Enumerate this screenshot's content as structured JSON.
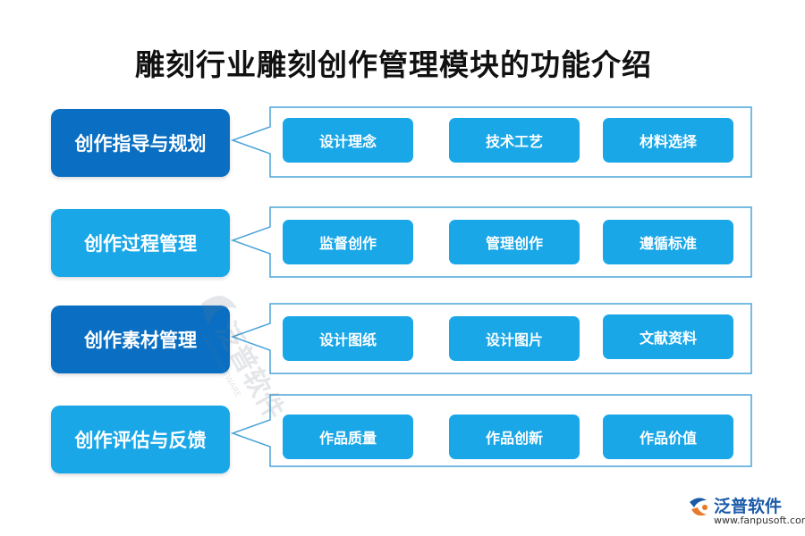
{
  "title": "雕刻行业雕刻创作管理模块的功能介绍",
  "rows": [
    {
      "category": "创作指导与规划",
      "items": [
        "设计理念",
        "技术工艺",
        "材料选择"
      ]
    },
    {
      "category": "创作过程管理",
      "items": [
        "监督创作",
        "管理创作",
        "遵循标准"
      ]
    },
    {
      "category": "创作素材管理",
      "items": [
        "设计图纸",
        "设计图片",
        "文献资料"
      ]
    },
    {
      "category": "创作评估与反馈",
      "items": [
        "作品质量",
        "作品创新",
        "作品价值"
      ]
    }
  ],
  "watermark": {
    "text": "泛普软件",
    "subtext": "FANPUSOFTWARE"
  },
  "logo": {
    "name": "泛普软件",
    "url": "www.fanpusoft.com",
    "icon": "fanpu-logo-icon"
  },
  "colors": {
    "dark_box": "#0a6fc2",
    "light_box": "#19a7e8",
    "outline": "#4aa3d8",
    "item_box": "#19a7e8"
  }
}
